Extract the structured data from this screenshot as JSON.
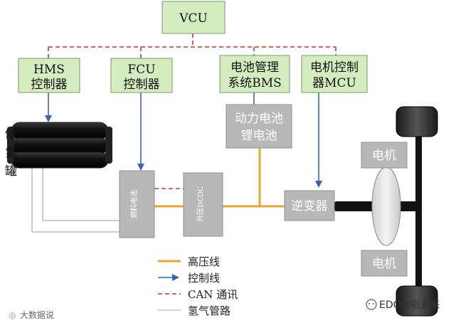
{
  "blocks": {
    "vcu": "VCU",
    "hms": [
      "HMS",
      "控制器"
    ],
    "fcu": [
      "FCU",
      "控制器"
    ],
    "bms": [
      "电池管理",
      "系统BMS"
    ],
    "mcu": [
      "电机控制",
      "器MCU"
    ],
    "battery": [
      "动力电池",
      "锂电池"
    ],
    "tank": [
      "储",
      "氢",
      "罐"
    ],
    "fuel_cell": "燃料电池",
    "dcdc": "升压DCDC",
    "inverter": "逆变器",
    "motor_top": "电机",
    "motor_bottom": "电机"
  },
  "legend": [
    {
      "label": "高压线",
      "color": "#e8a533"
    },
    {
      "label": "控制线",
      "color": "#3a63b8"
    },
    {
      "label": "CAN 通讯",
      "color": "#c0392b"
    },
    {
      "label": "氢气管路",
      "color": "#c8c8c8"
    }
  ],
  "watermarks": {
    "left": "大数据说",
    "right": "EDC电驱未来"
  },
  "colors": {
    "green_box": "#d4ecbe",
    "grey_box": "#b8b8b8",
    "high_voltage": "#e8a533",
    "control": "#3a63b8",
    "can": "#c0392b",
    "hydrogen": "#c8c8c8"
  }
}
